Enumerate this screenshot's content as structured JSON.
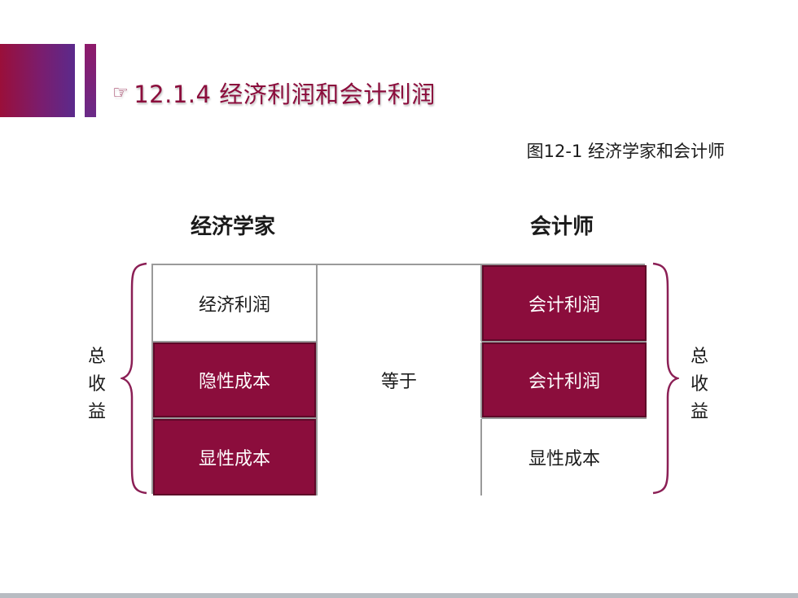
{
  "slide": {
    "title_icon": "pointing-hand-icon",
    "title": "12.1.4 经济利润和会计利润",
    "caption": "图12-1 经济学家和会计师",
    "colors": {
      "accent": "#8b0d3c",
      "purple": "#6a2a88"
    }
  },
  "diagram": {
    "left_header": "经济学家",
    "right_header": "会计师",
    "left_side_label": [
      "总",
      "收",
      "益"
    ],
    "right_side_label": [
      "总",
      "收",
      "益"
    ],
    "cells": [
      [
        "经济利润",
        "",
        "会计利润"
      ],
      [
        "隐性成本",
        "等于",
        "会计利润"
      ],
      [
        "显性成本",
        "",
        "显性成本"
      ]
    ]
  }
}
